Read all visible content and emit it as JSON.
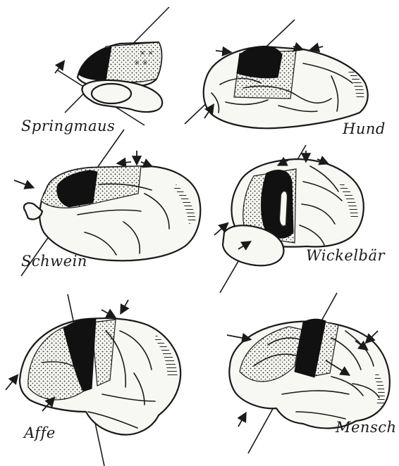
{
  "labels": {
    "springmaus": "Springmaus",
    "hund": "Hund",
    "schwein": "Schwein",
    "wickelbaer": "Wickelbär",
    "affe": "Affe",
    "mensch": "Mensch"
  }
}
